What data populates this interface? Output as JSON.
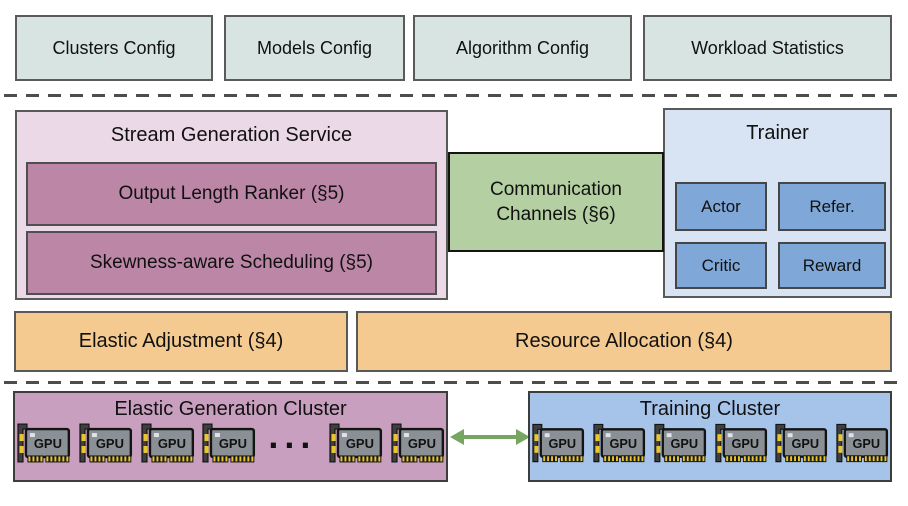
{
  "colors": {
    "config_fill": "#d8e4e1",
    "service_fill": "#ebd9e7",
    "module_fill": "#bc86a6",
    "comm_fill": "#b4cfa2",
    "trainer_fill": "#d8e4f4",
    "worker_fill": "#7fa8d9",
    "middleware_fill": "#f4ca90",
    "generation_cluster_fill": "#c99fc0",
    "training_cluster_fill": "#a6c4ea",
    "gpu_body_fill": "#8a9095",
    "gpu_pin_fill": "#e8c630",
    "arrow_green": "#77a663"
  },
  "config_row": {
    "items": [
      {
        "label": "Clusters Config"
      },
      {
        "label": "Models Config"
      },
      {
        "label": "Algorithm Config"
      },
      {
        "label": "Workload Statistics"
      }
    ]
  },
  "stream_service": {
    "title": "Stream Generation Service",
    "modules": [
      {
        "label": "Output Length Ranker (§5)"
      },
      {
        "label": "Skewness-aware Scheduling (§5)"
      }
    ]
  },
  "communication": {
    "line1": "Communication",
    "line2": "Channels (§6)"
  },
  "trainer": {
    "title": "Trainer",
    "workers": [
      {
        "label": "Actor"
      },
      {
        "label": "Refer."
      },
      {
        "label": "Critic"
      },
      {
        "label": "Reward"
      }
    ]
  },
  "middleware": {
    "items": [
      {
        "label": "Elastic Adjustment (§4)"
      },
      {
        "label": "Resource Allocation (§4)"
      }
    ]
  },
  "clusters": [
    {
      "title": "Elastic Generation Cluster",
      "gpu_row": [
        "gpu",
        "gpu",
        "gpu",
        "gpu",
        "dots",
        "gpu",
        "gpu"
      ]
    },
    {
      "title": "Training Cluster",
      "gpu_row": [
        "gpu",
        "gpu",
        "gpu",
        "gpu",
        "gpu",
        "gpu"
      ]
    }
  ],
  "gpu": {
    "label": "GPU"
  },
  "ellipsis": "..."
}
